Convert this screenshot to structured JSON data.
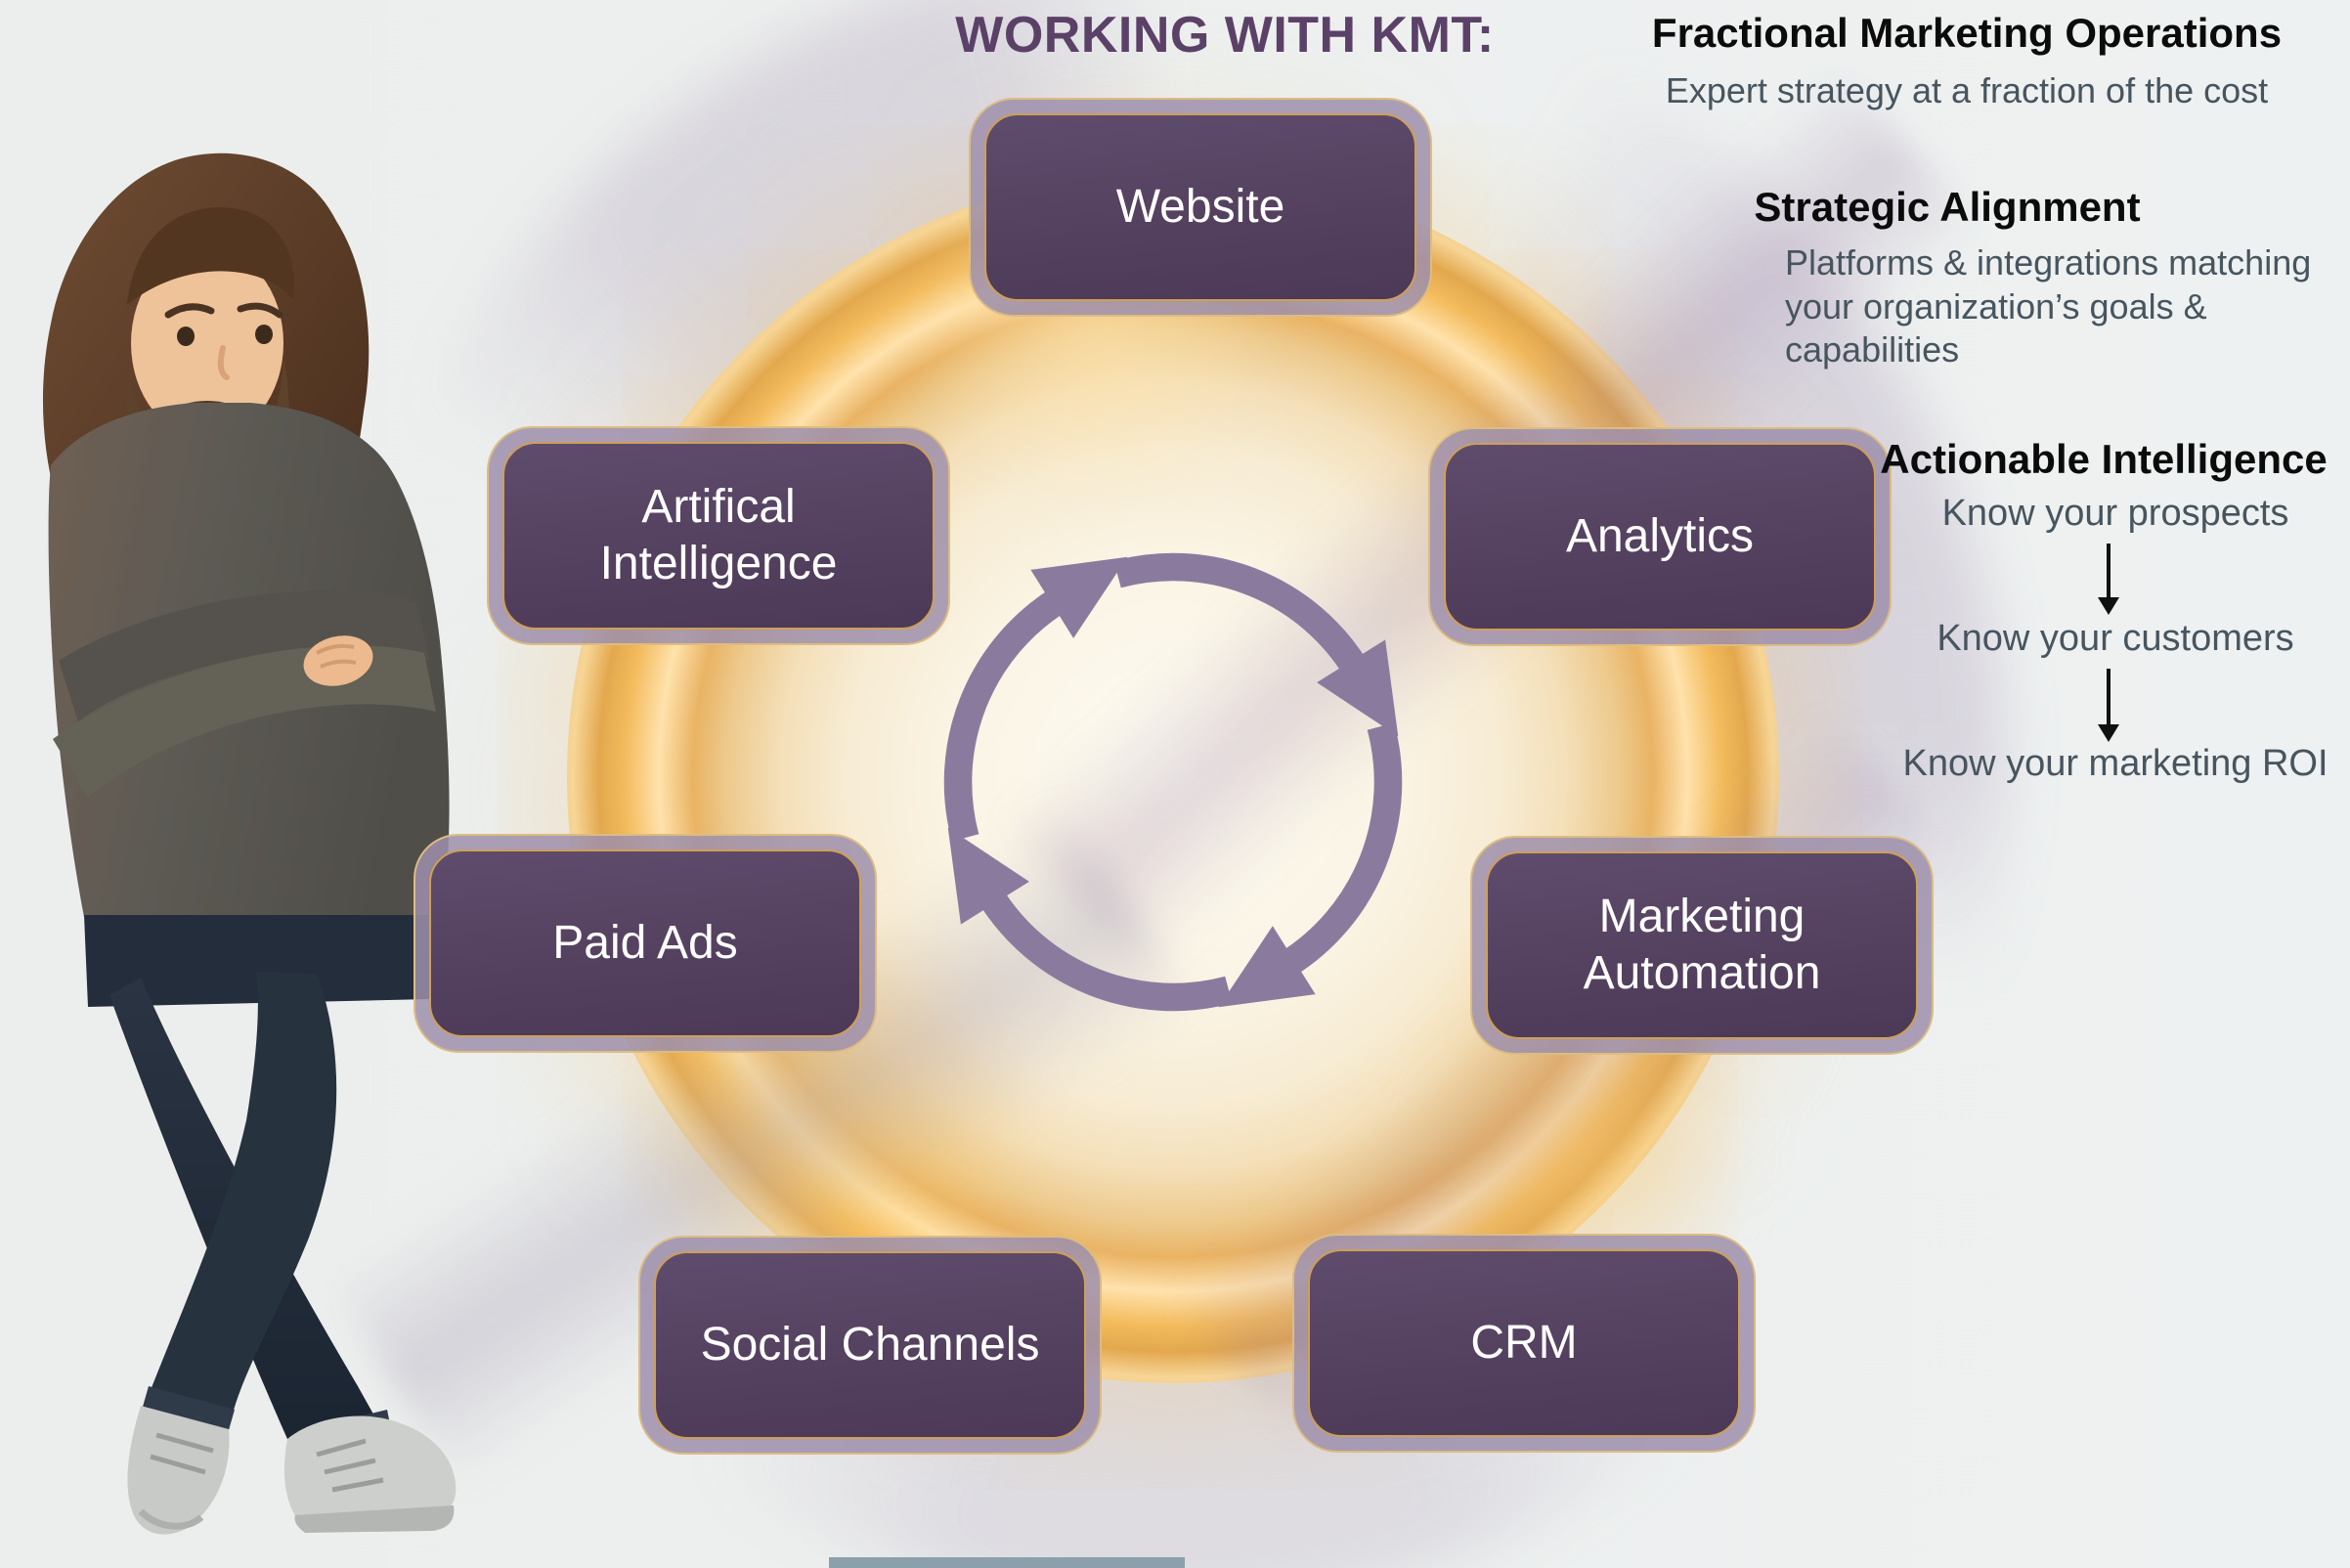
{
  "title": "WORKING WITH KMT:",
  "nodes": {
    "website": {
      "label": "Website"
    },
    "artificial_intelligence": {
      "label": "Artifical Intelligence"
    },
    "analytics": {
      "label": "Analytics"
    },
    "paid_ads": {
      "label": "Paid Ads"
    },
    "marketing_automation": {
      "label": "Marketing Automation"
    },
    "social_channels": {
      "label": "Social Channels"
    },
    "crm": {
      "label": "CRM"
    }
  },
  "right_column": {
    "section1": {
      "heading": "Fractional Marketing Operations",
      "body": "Expert strategy at a fraction of the cost"
    },
    "section2": {
      "heading": "Strategic Alignment",
      "body": "Platforms & integrations matching your organization’s goals & capabilities"
    },
    "section3": {
      "heading": "Actionable Intelligence",
      "step1": "Know your prospects",
      "step2": "Know your customers",
      "step3": "Know your marketing ROI"
    }
  },
  "colors": {
    "gold": "#cf9f56",
    "gold-light": "#dcbc82",
    "node-fill": "#54415f",
    "node-outer": "#9e8fac",
    "cycle": "#8a7b9e",
    "title-color": "#5b4168",
    "heading-color": "#0b0b0b",
    "body-color": "#47555f",
    "bg": "#edf0ee",
    "bottom-bar": "#8ba0ab"
  }
}
